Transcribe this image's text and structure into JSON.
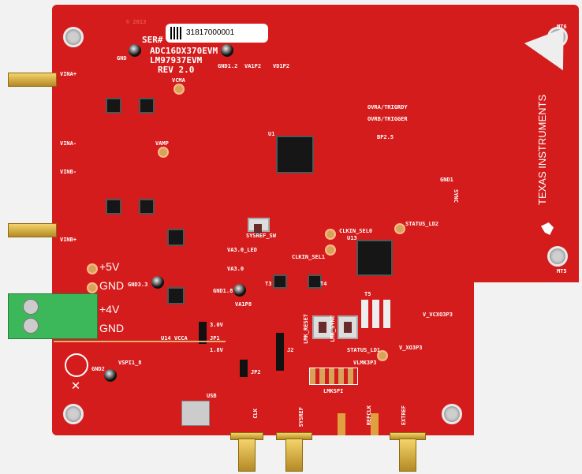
{
  "board": {
    "serial_label": "SER#",
    "serial_number": "31817000001",
    "model_1": "ADC16DX370EVM",
    "model_2": "LM97937EVM",
    "revision": "REV 2.0",
    "logo": "TEXAS INSTRUMENTS",
    "year": "© 2013"
  },
  "power": {
    "p5v": "+5V",
    "gnd1": "GND",
    "p4v": "+4V",
    "gnd2": "GND"
  },
  "labels": {
    "gnd": "GND",
    "gnd12": "GND1.2",
    "va1p2": "VA1P2",
    "vd1p2": "VD1P2",
    "vcma": "VCMA",
    "vamp": "VAMP",
    "vina_p": "VINA+",
    "vina_m": "VINA-",
    "vinb_m": "VINB-",
    "vinb_p": "VINB+",
    "gnd33": "GND3.3",
    "gnd18": "GND1.8",
    "u14": "U14 VCCA",
    "jp1": "JP1",
    "v30": "3.0V",
    "v18": "1.8V",
    "sysref_sw": "SYSREF_SW",
    "va30_led": "VA3.0_LED",
    "va30": "VA3.0",
    "va1p8": "VA1P8",
    "clkin_sel0": "CLKIN_SEL0",
    "clkin_sel1": "CLKIN_SEL1",
    "u13": "U13",
    "u1": "U1",
    "status_ld2": "STATUS_LD2",
    "status_ld1": "STATUS_LD1",
    "vlmk3p3": "VLMK3P3",
    "v_xo3p3": "V_XO3P3",
    "v_vcxo3p3": "V_VCXO3P3",
    "lmk_reset": "LMK_RESET",
    "lmk_sync": "LMK_SYNC",
    "lmkspi": "LMKSPI",
    "usb": "USB",
    "clk": "CLK",
    "sysref": "SYSREF",
    "refclk": "REFCLK",
    "extref": "EXTREF",
    "ovra": "OVRA/TRIGRDY",
    "ovrb": "OVRB/TRIGGER",
    "bp25": "BP2.5",
    "gnd1b": "GND1",
    "sync": "SYNC",
    "mt6": "MT6",
    "mt5": "MT5",
    "vspi": "VSPI1_8",
    "gnd2": "GND2",
    "j2": "J2",
    "jp2": "JP2",
    "t3": "T3",
    "t4": "T4",
    "t5": "T5"
  }
}
